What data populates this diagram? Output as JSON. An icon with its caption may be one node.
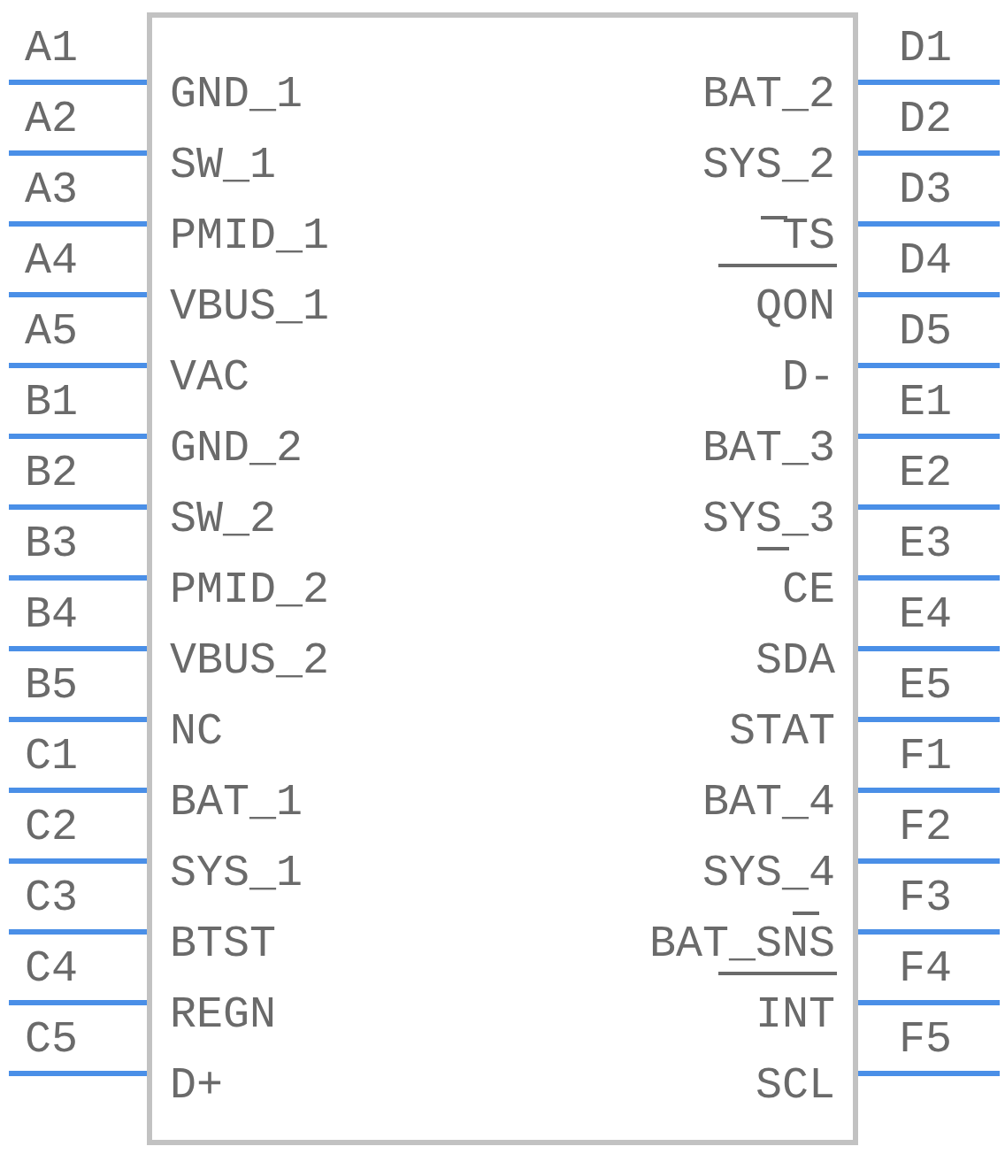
{
  "diagram": {
    "nodes": [
      {
        "text": [],
        "shape": "box"
      }
    ],
    "labels": [
      "A1",
      "GND_1",
      "BAT_2",
      "D1",
      "A2",
      "SW_1",
      "SYS_2",
      "D2",
      "A3",
      "PMID_1",
      "TS",
      "D3",
      "A4",
      "VBUS_1",
      "QON",
      "D4",
      "A5",
      "VAC",
      "D-",
      "D5",
      "B1",
      "GND_2",
      "BAT_3",
      "E1",
      "B2",
      "SW_2",
      "SYS_3",
      "E2",
      "B3",
      "PMID_2",
      "CE",
      "E3",
      "B4",
      "VBUS_2",
      "SDA",
      "E4",
      "B5",
      "NC",
      "STAT",
      "E5",
      "C1",
      "BAT_1",
      "BAT_4",
      "F1",
      "C2",
      "SYS_1",
      "SYS_4",
      "F2",
      "C3",
      "BTST",
      "BAT_SNS",
      "F3",
      "C4",
      "REGN",
      "INT",
      "F4",
      "C5",
      "D+",
      "SCL",
      "F5"
    ]
  }
}
